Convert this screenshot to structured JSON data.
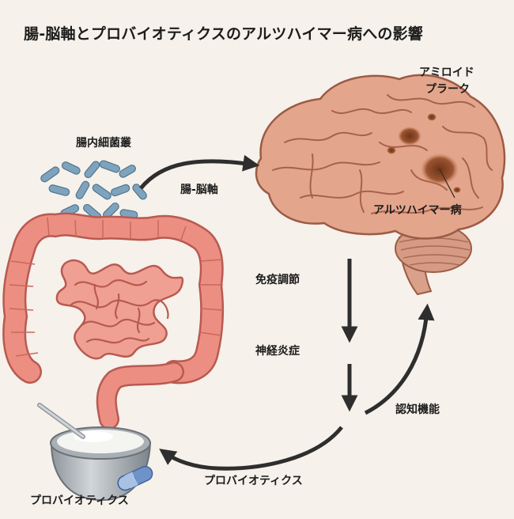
{
  "title": "腸-脳軸とプロバイオティクスのアルツハイマー病への影響",
  "labels": {
    "gut_microbiota": "腸内細菌叢",
    "gut_brain_axis": "腸-脳軸",
    "amyloid_line1": "アミロイド",
    "amyloid_line2": "プラーク",
    "alzheimers": "アルツハイマー病",
    "immune_regulation": "免疫調節",
    "neuroinflammation": "神経炎症",
    "cognitive_function": "認知機能",
    "probiotics_arrow": "プロバイオティクス",
    "probiotics_item": "プロバイオティクス"
  },
  "colors": {
    "background": "#f6f1ea",
    "arrow": "#2e2e2e",
    "brain": "#e3a68c",
    "brain_outline": "#9c5a45",
    "plaque": "#8a4a2c",
    "intestine": "#ec8f82",
    "intestine_outline": "#b85a52",
    "bacteria": "#7fa3bd",
    "capsule": "#6f93c9",
    "bowl": "#b9bec4",
    "yogurt": "#f4f4f1"
  },
  "icons": [
    "brain-icon",
    "bacteria-icon",
    "intestine-icon",
    "yogurt-bowl-icon",
    "spoon-icon",
    "capsule-icon"
  ]
}
